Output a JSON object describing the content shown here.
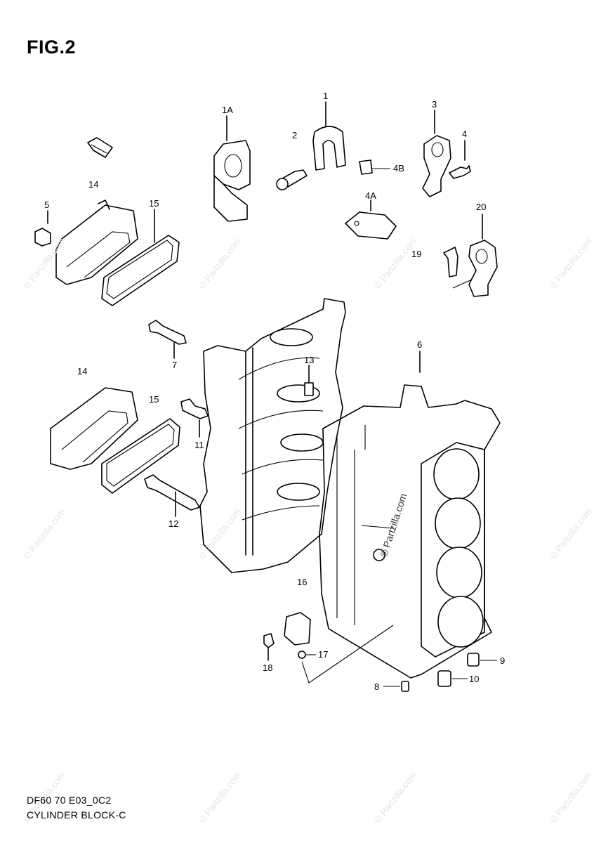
{
  "figure": {
    "title": "FIG.2"
  },
  "footer": {
    "code": "DF60 70 E03_0C2",
    "name": "CYLINDER BLOCK-C"
  },
  "watermark": {
    "text": "© Partzilla.com"
  },
  "part_labels": [
    {
      "text": "1A"
    },
    {
      "text": "1"
    },
    {
      "text": "2"
    },
    {
      "text": "3"
    },
    {
      "text": "4"
    },
    {
      "text": "4B"
    },
    {
      "text": "4A"
    },
    {
      "text": "14"
    },
    {
      "text": "5"
    },
    {
      "text": "15"
    },
    {
      "text": "20"
    },
    {
      "text": "19"
    },
    {
      "text": "6"
    },
    {
      "text": "7"
    },
    {
      "text": "13"
    },
    {
      "text": "14"
    },
    {
      "text": "15"
    },
    {
      "text": "11"
    },
    {
      "text": "12"
    },
    {
      "text": "16"
    },
    {
      "text": "17"
    },
    {
      "text": "18"
    },
    {
      "text": "9"
    },
    {
      "text": "10"
    },
    {
      "text": "8"
    }
  ]
}
